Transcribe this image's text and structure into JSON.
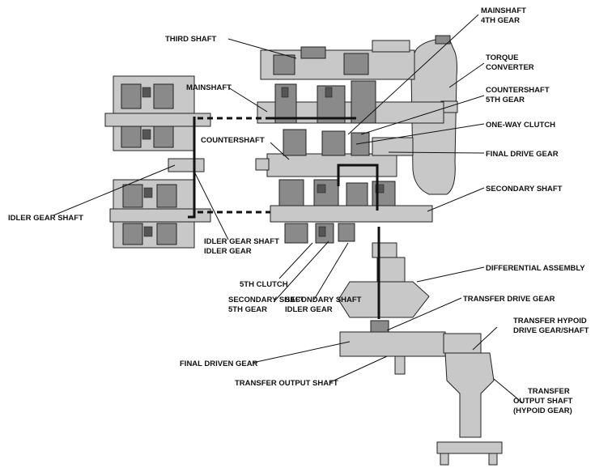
{
  "labels": {
    "mainshaft_4th_gear_line1": "MAINSHAFT",
    "mainshaft_4th_gear_line2": "4TH GEAR",
    "third_shaft": "THIRD SHAFT",
    "torque_converter_line1": "TORQUE",
    "torque_converter_line2": "CONVERTER",
    "mainshaft": "MAINSHAFT",
    "countershaft_5th_gear_line1": "COUNTERSHAFT",
    "countershaft_5th_gear_line2": "5TH GEAR",
    "one_way_clutch": "ONE-WAY CLUTCH",
    "countershaft": "COUNTERSHAFT",
    "final_drive_gear": "FINAL DRIVE GEAR",
    "secondary_shaft": "SECONDARY SHAFT",
    "idler_gear_shaft": "IDLER GEAR SHAFT",
    "idler_gear_shaft_idler_gear_line1": "IDLER GEAR SHAFT",
    "idler_gear_shaft_idler_gear_line2": "IDLER GEAR",
    "differential_assembly": "DIFFERENTIAL ASSEMBLY",
    "fifth_clutch": "5TH CLUTCH",
    "secondary_shaft_5th_gear_line1": "SECONDARY SHAFT",
    "secondary_shaft_5th_gear_line2": "5TH GEAR",
    "secondary_shaft_idler_gear_line1": "SECONDARY SHAFT",
    "secondary_shaft_idler_gear_line2": "IDLER GEAR",
    "transfer_drive_gear": "TRANSFER DRIVE GEAR",
    "transfer_hypoid_drive_gear_line1": "TRANSFER HYPOID",
    "transfer_hypoid_drive_gear_line2": "DRIVE GEAR/SHAFT",
    "final_driven_gear": "FINAL DRIVEN GEAR",
    "transfer_output_shaft": "TRANSFER OUTPUT SHAFT",
    "transfer_output_hypoid_line1": "TRANSFER",
    "transfer_output_hypoid_line2": "OUTPUT SHAFT",
    "transfer_output_hypoid_line3": "(HYPOID GEAR)"
  },
  "colors": {
    "part_fill": "#c8c8c8",
    "part_dark": "#8a8a8a",
    "ink": "#111111"
  }
}
